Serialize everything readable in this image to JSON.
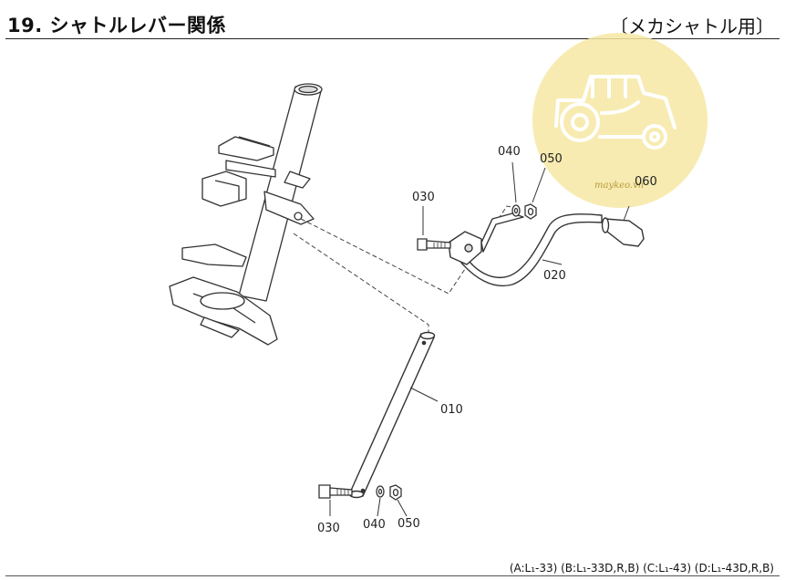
{
  "header": {
    "title": "19. シャトルレバー関係",
    "subtitle": "〔メカシャトル用〕"
  },
  "parts": [
    {
      "id": "p010",
      "number": "010",
      "name": "rod"
    },
    {
      "id": "p020",
      "number": "020",
      "name": "shuttle-lever"
    },
    {
      "id": "p030a",
      "number": "030",
      "name": "bolt-upper"
    },
    {
      "id": "p040a",
      "number": "040",
      "name": "washer-upper"
    },
    {
      "id": "p050a",
      "number": "050",
      "name": "nut-upper"
    },
    {
      "id": "p060",
      "number": "060",
      "name": "knob"
    },
    {
      "id": "p030b",
      "number": "030",
      "name": "bolt-lower"
    },
    {
      "id": "p040b",
      "number": "040",
      "name": "washer-lower"
    },
    {
      "id": "p050b",
      "number": "050",
      "name": "nut-lower"
    }
  ],
  "watermark": {
    "text": "maykeo.vn",
    "icon": "tractor-icon",
    "color": "#f3e39a"
  },
  "footer": {
    "models": "(A:L₁-33) (B:L₁-33D,R,B) (C:L₁-43) (D:L₁-43D,R,B)"
  }
}
